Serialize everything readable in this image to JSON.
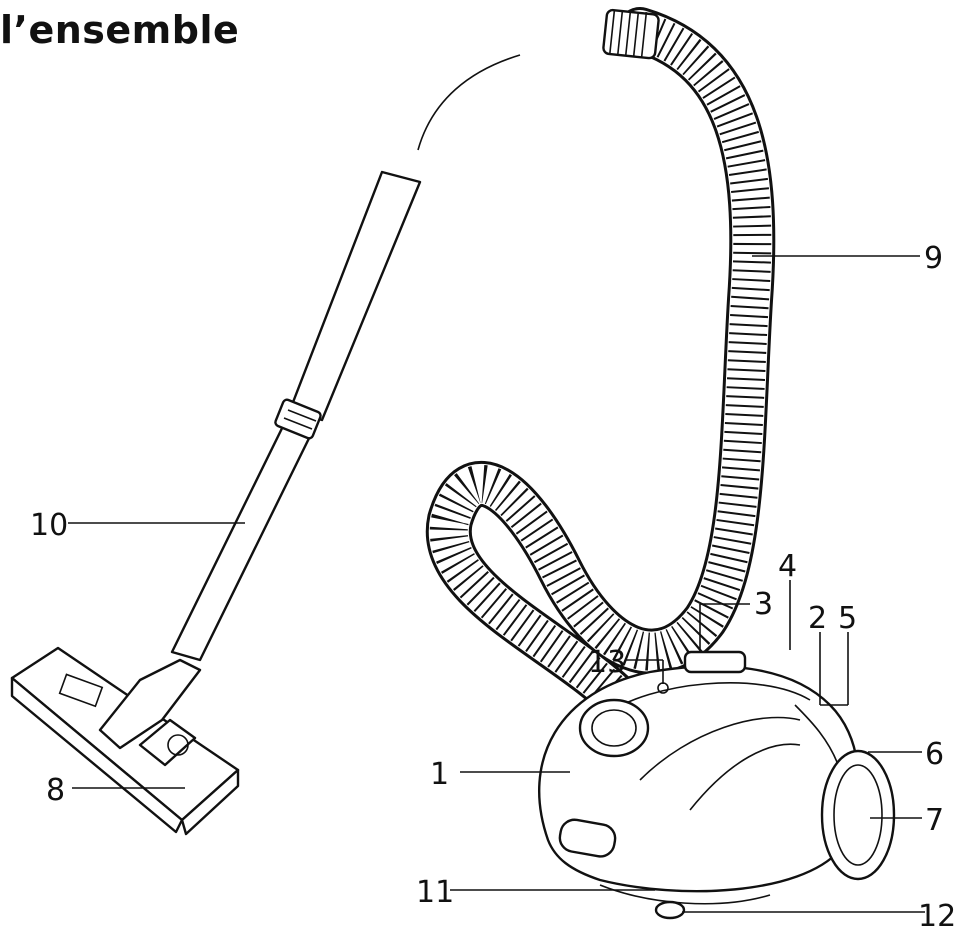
{
  "title": "l’ensemble",
  "callouts": [
    "1",
    "2",
    "3",
    "4",
    "5",
    "6",
    "7",
    "8",
    "9",
    "10",
    "11",
    "12",
    "13"
  ]
}
